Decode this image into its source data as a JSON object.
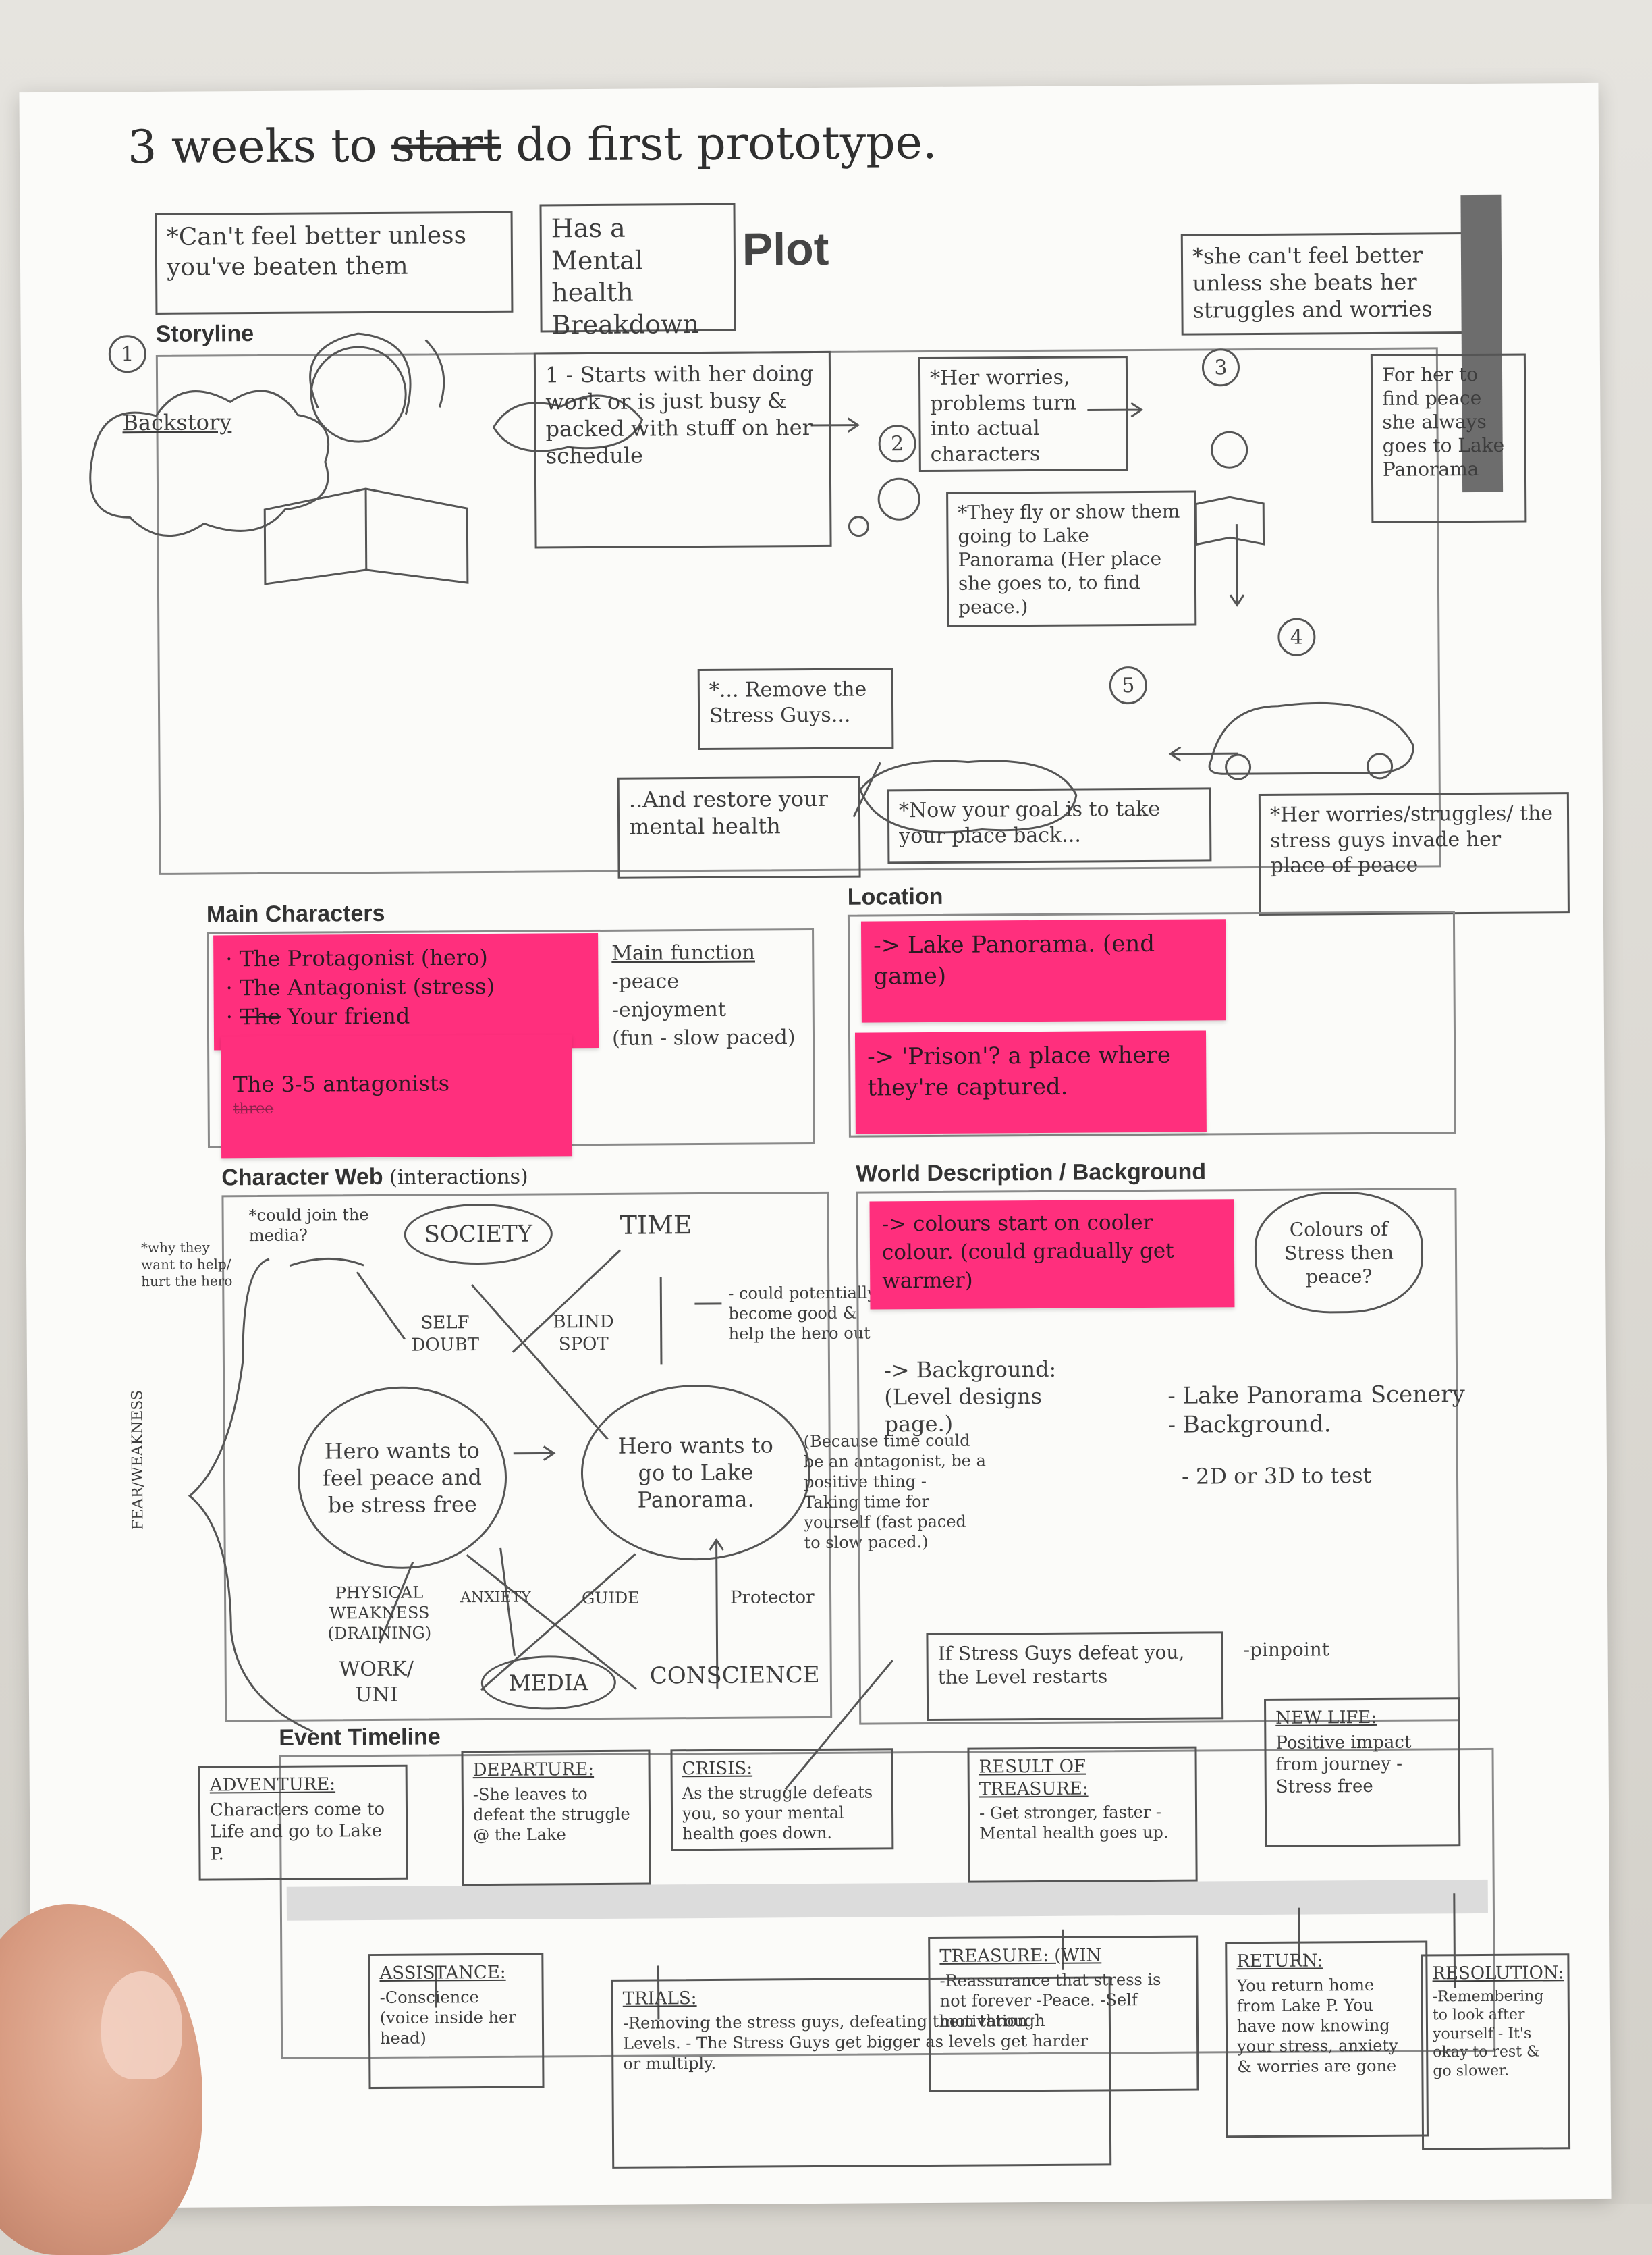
{
  "title_note": {
    "before": "3 weeks to ",
    "struck": "start",
    "after": " do first prototype."
  },
  "plot": {
    "heading": "Plot",
    "note_left": "*Can't feel better unless you've beaten them",
    "note_mid": "Has a Mental health Breakdown",
    "note_right": "*she can't feel better unless she beats her struggles and worries"
  },
  "storyline": {
    "label": "Storyline",
    "num1": "1",
    "num2": "2",
    "num3": "3",
    "num4": "4",
    "num5": "5",
    "backstory": "Backstory",
    "step1": "1 - Starts with her doing work or is just busy & packed with stuff on her schedule",
    "worries": "*Her worries, problems turn into actual characters",
    "fly": "*They fly or show them going to Lake Panorama (Her place she goes to, to find peace.)",
    "find_peace": "For her to find peace she always goes to Lake Panorama",
    "invade": "*Her worries/struggles/ the stress guys invade her place of peace",
    "remove": "*... Remove the Stress Guys...",
    "goal": "*Now your goal is to take your place back...",
    "restore": "..And restore your mental health"
  },
  "main_characters": {
    "label": "Main Characters",
    "items": [
      "The Protagonist (hero)",
      "The Antagonist (stress)",
      "Your friend",
      "The 3-5 antagonists"
    ],
    "struck_item": "The",
    "struck_word_item4": "three",
    "function_title": "Main function",
    "functions": [
      "-peace",
      "-enjoyment",
      "(fun - slow paced)"
    ]
  },
  "location": {
    "label": "Location",
    "note1": "-> Lake Panorama. (end game)",
    "note2": "-> 'Prison'? a place where they're captured."
  },
  "character_web": {
    "label": "Character Web",
    "sub": "(interactions)",
    "society": "SOCIETY",
    "time": "TIME",
    "self_doubt": "SELF DOUBT",
    "blind_spot": "BLIND SPOT",
    "could_join": "*could join the media?",
    "why_help": "*why they want to help/ hurt the hero",
    "fear": "FEAR/WEAKNESS",
    "hero_peace": "Hero wants to feel peace and be stress free",
    "hero_lake": "Hero wants to go to Lake Panorama.",
    "could_good": "- could potentially become good & help the hero out",
    "because_time": "(Because time could be an antagonist, be a positive thing - Taking time for yourself (fast paced to slow paced.)",
    "physical": "PHYSICAL WEAKNESS (DRAINING)",
    "anxiety": "ANXIETY",
    "guide": "GUIDE",
    "protector": "Protector",
    "work": "WORK/ UNI",
    "media": "MEDIA",
    "conscience": "CONSCIENCE"
  },
  "world": {
    "label": "World Description / Background",
    "sticky": "-> colours start on cooler colour. (could gradually get warmer)",
    "cloud": "Colours of Stress then peace?",
    "background": "-> Background: (Level designs page.)",
    "scenery": "- Lake Panorama Scenery - Background.",
    "test": "- 2D or 3D to test",
    "defeat": "If Stress Guys defeat you, the Level restarts",
    "pinpoint": "-pinpoint"
  },
  "timeline": {
    "label": "Event Timeline",
    "adventure": {
      "title": "ADVENTURE:",
      "text": "Characters come to Life and go to Lake P."
    },
    "departure": {
      "title": "DEPARTURE:",
      "text": "-She leaves to defeat the struggle @ the Lake"
    },
    "crisis": {
      "title": "CRISIS:",
      "text": "As the struggle defeats you, so your mental health goes down."
    },
    "result": {
      "title": "RESULT OF TREASURE:",
      "text": "- Get stronger, faster - Mental health goes up."
    },
    "new_life": {
      "title": "NEW LIFE:",
      "text": "Positive impact from journey - Stress free"
    },
    "assistance": {
      "title": "ASSISTANCE:",
      "text": "-Conscience (voice inside her head)"
    },
    "trials": {
      "title": "TRIALS:",
      "text": "-Removing the stress guys, defeating them through Levels. - The Stress Guys get bigger as levels get harder or multiply."
    },
    "treasure": {
      "title": "TREASURE: (WIN",
      "text": "-Reassurance that stress is not forever -Peace. -Self motivation"
    },
    "return": {
      "title": "RETURN:",
      "text": "You return home from Lake P. You have now knowing your stress, anxiety & worries are gone"
    },
    "resolution": {
      "title": "RESOLUTION:",
      "text": "-Remembering to look after yourself - It's okay to rest & go slower."
    }
  }
}
